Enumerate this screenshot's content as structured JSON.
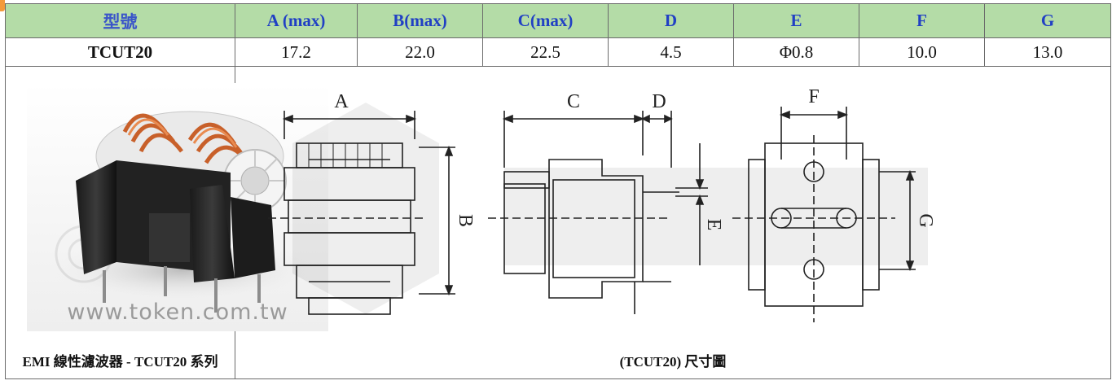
{
  "table": {
    "headers": [
      "型號",
      "A (max)",
      "B(max)",
      "C(max)",
      "D",
      "E",
      "F",
      "G"
    ],
    "row": [
      "TCUT20",
      "17.2",
      "22.0",
      "22.5",
      "4.5",
      "Φ0.8",
      "10.0",
      "13.0"
    ]
  },
  "photo": {
    "watermark": "www.token.com.tw",
    "caption": "EMI 線性濾波器 - TCUT20 系列"
  },
  "drawing": {
    "labels": {
      "a": "A",
      "b": "B",
      "c": "C",
      "d": "D",
      "e": "E",
      "f": "F",
      "g": "G"
    },
    "caption": "(TCUT20) 尺寸圖"
  },
  "colors": {
    "header_bg": "#b4dca7",
    "header_text": "#2140c4",
    "border": "#6b6b6b",
    "coil_copper": "#d9733a"
  }
}
